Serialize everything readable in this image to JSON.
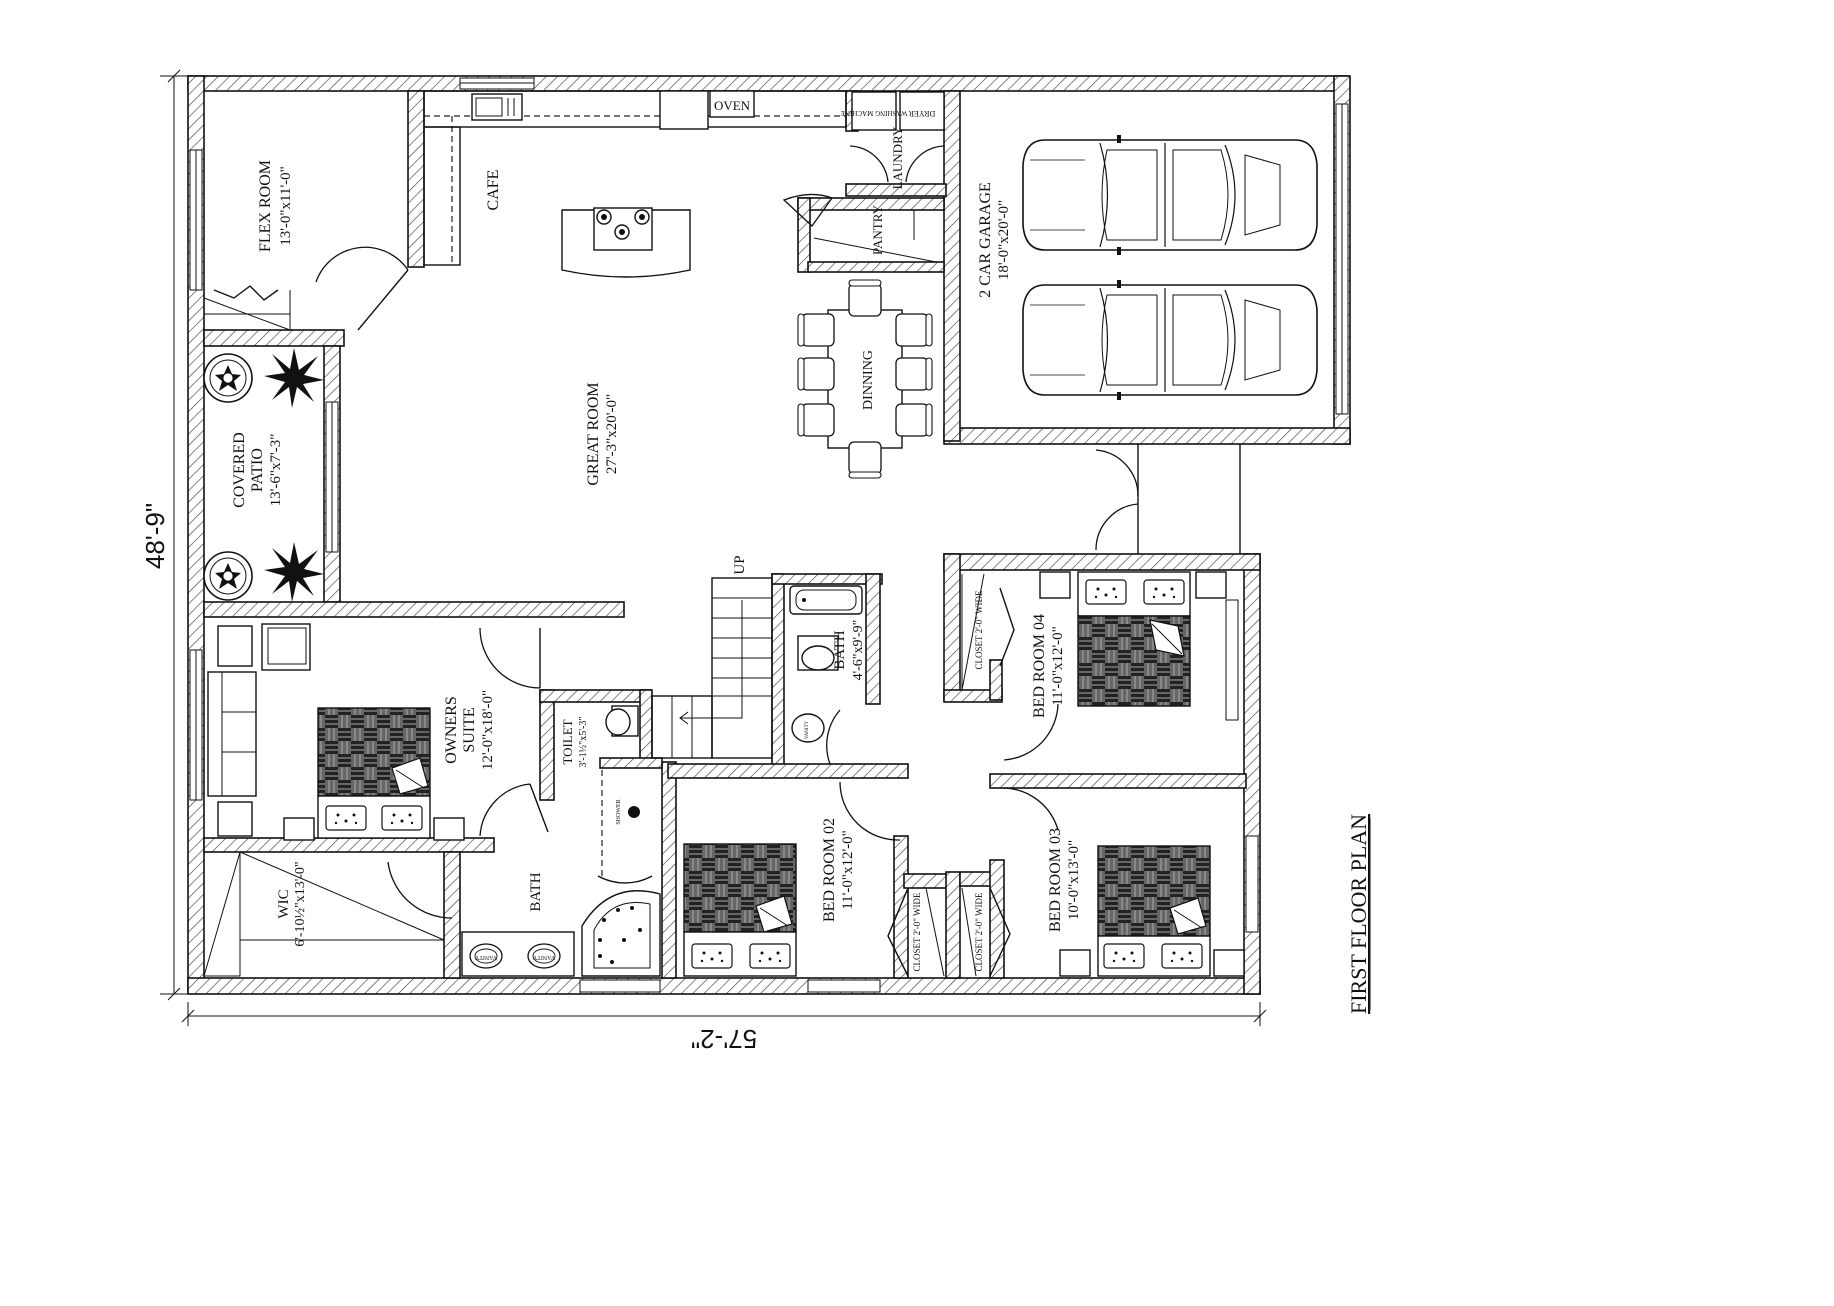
{
  "title": "FIRST FLOOR PLAN",
  "dimensions": {
    "width": "57'-2\"",
    "height": "48'-9\""
  },
  "rooms": {
    "flex": {
      "name": "FLEX ROOM",
      "size": "13'-0\"x11'-0\""
    },
    "cafe": {
      "name": "CAFE"
    },
    "oven": {
      "name": "OVEN"
    },
    "washing": {
      "name": "WASHING MACHINE"
    },
    "dryer": {
      "name": "DRYER"
    },
    "laundry": {
      "name": "LAUNDRY"
    },
    "pantry": {
      "name": "PANTRY"
    },
    "garage": {
      "name": "2 CAR GARAGE",
      "size": "18'-0\"x20'-0\""
    },
    "dinning": {
      "name": "DINNING"
    },
    "great": {
      "name": "GREAT ROOM",
      "size": "27'-3\"x20'-0\""
    },
    "patio": {
      "line1": "COVERED",
      "line2": "PATIO",
      "size": "13'-6\"x7'-3\""
    },
    "stairs": {
      "label": "UP"
    },
    "bath_small": {
      "name": "BATH",
      "size": "4'-6\"x9'-9\""
    },
    "owners": {
      "line1": "OWNERS",
      "line2": "SUITE",
      "size": "12'-0\"x18'-0\""
    },
    "toilet": {
      "name": "TOILET",
      "size": "3'-1½\"x5'-3\""
    },
    "shower": {
      "name": "SHOWER"
    },
    "master_bath": {
      "name": "BATH"
    },
    "wic": {
      "name": "WIC",
      "size": "6'-10½\"x13'-0\""
    },
    "bed02": {
      "name": "BED ROOM 02",
      "size": "11'-0\"x12'-0\""
    },
    "bed03": {
      "name": "BED ROOM 03",
      "size": "10'-0\"x13'-0\""
    },
    "bed04": {
      "name": "BED ROOM 04",
      "size": "11'-0\"x12'-0\""
    },
    "closet": {
      "name": "CLOSET 2'-0\" WIDE"
    },
    "vanity": {
      "name": "VANITY"
    }
  }
}
